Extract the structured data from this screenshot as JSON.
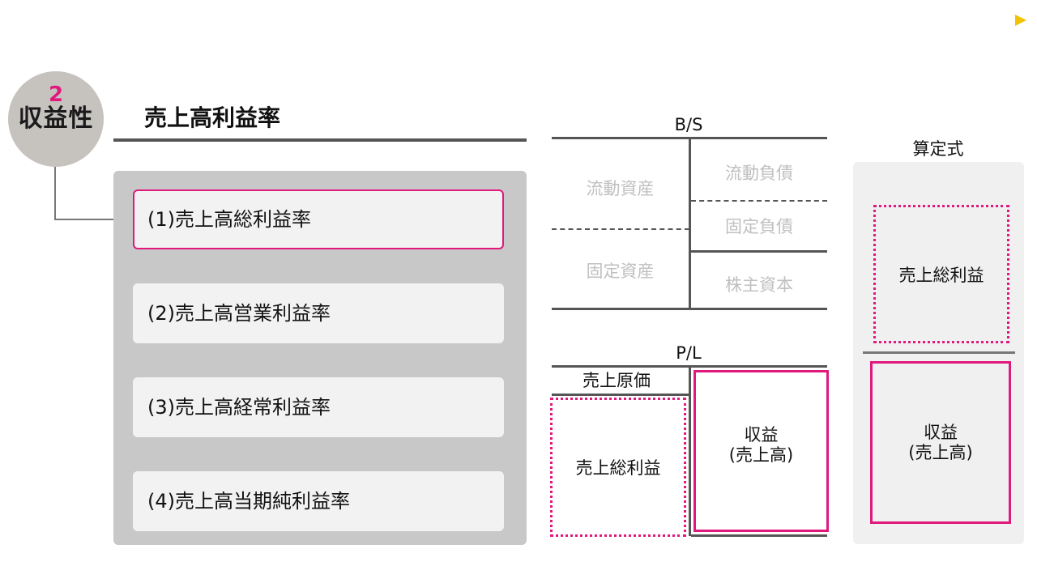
{
  "badge": {
    "number": "2",
    "label": "収益性"
  },
  "title": "売上高利益率",
  "list": {
    "items": [
      {
        "label": "(1)売上高総利益率",
        "active": true
      },
      {
        "label": "(2)売上高営業利益率",
        "active": false
      },
      {
        "label": "(3)売上高経常利益率",
        "active": false
      },
      {
        "label": "(4)売上高当期純利益率",
        "active": false
      }
    ]
  },
  "bs": {
    "heading": "B/S",
    "current_assets": "流動資産",
    "fixed_assets": "固定資産",
    "current_liabilities": "流動負債",
    "fixed_liabilities": "固定負債",
    "equity": "株主資本"
  },
  "pl": {
    "heading": "P/L",
    "cost_of_sales": "売上原価",
    "gross_profit": "売上総利益",
    "revenue_line1": "収益",
    "revenue_line2": "(売上高)"
  },
  "formula": {
    "heading": "算定式",
    "numerator": "売上総利益",
    "denominator_line1": "収益",
    "denominator_line2": "(売上高)"
  },
  "colors": {
    "accent": "#e0197d",
    "badge": "#c6c3bf",
    "panel": "#c8c8c8",
    "corner": "#f2c200"
  }
}
